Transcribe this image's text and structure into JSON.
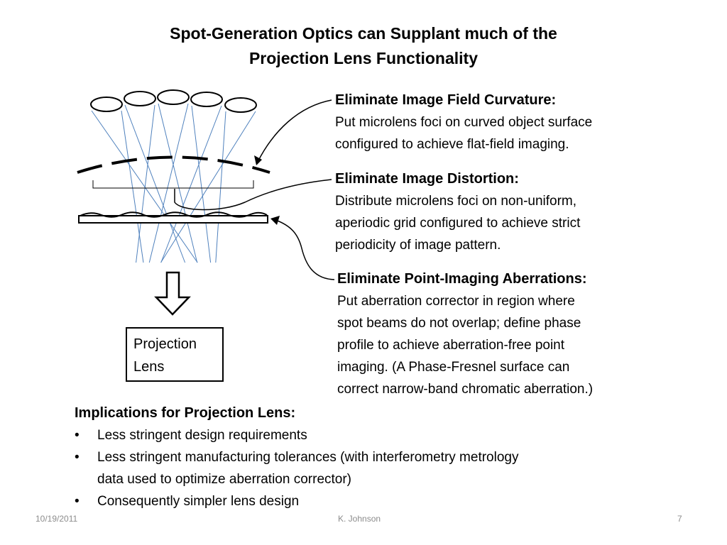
{
  "slide": {
    "title_lines": [
      "Spot-Generation Optics can Supplant much of the",
      "Projection Lens Functionality"
    ]
  },
  "callouts": {
    "curvature": {
      "heading": "Eliminate Image Field Curvature:",
      "lines": [
        "Put microlens foci on curved object surface",
        "configured to achieve flat-field imaging."
      ]
    },
    "distortion": {
      "heading": "Eliminate Image Distortion:",
      "lines": [
        "Distribute microlens foci on non-uniform,",
        "aperiodic grid configured to achieve strict",
        "periodicity of image pattern."
      ]
    },
    "aberrations": {
      "heading": "Eliminate Point-Imaging Aberrations:",
      "lines": [
        "Put aberration corrector in region where",
        "spot beams do not overlap; define phase",
        "profile to achieve aberration-free point",
        "imaging.  (A Phase-Fresnel surface can",
        "correct narrow-band chromatic aberration.)"
      ]
    }
  },
  "projection_lens": {
    "lines": [
      "Projection",
      "Lens"
    ]
  },
  "implications": {
    "heading": "Implications for Projection Lens:",
    "bullet_symbol": "•",
    "items": [
      [
        "Less stringent design requirements"
      ],
      [
        "Less stringent manufacturing tolerances (with interferometry metrology",
        "data used to optimize aberration corrector)"
      ],
      [
        "Consequently simpler lens design"
      ]
    ]
  },
  "footer": {
    "date": "10/19/2011",
    "author": "K. Johnson",
    "page": "7"
  },
  "colors": {
    "ray": "#4f81bd",
    "ink": "#000000",
    "footer_text": "#8c8c8c"
  },
  "icons": {
    "down_arrow": "down-arrow-icon"
  }
}
